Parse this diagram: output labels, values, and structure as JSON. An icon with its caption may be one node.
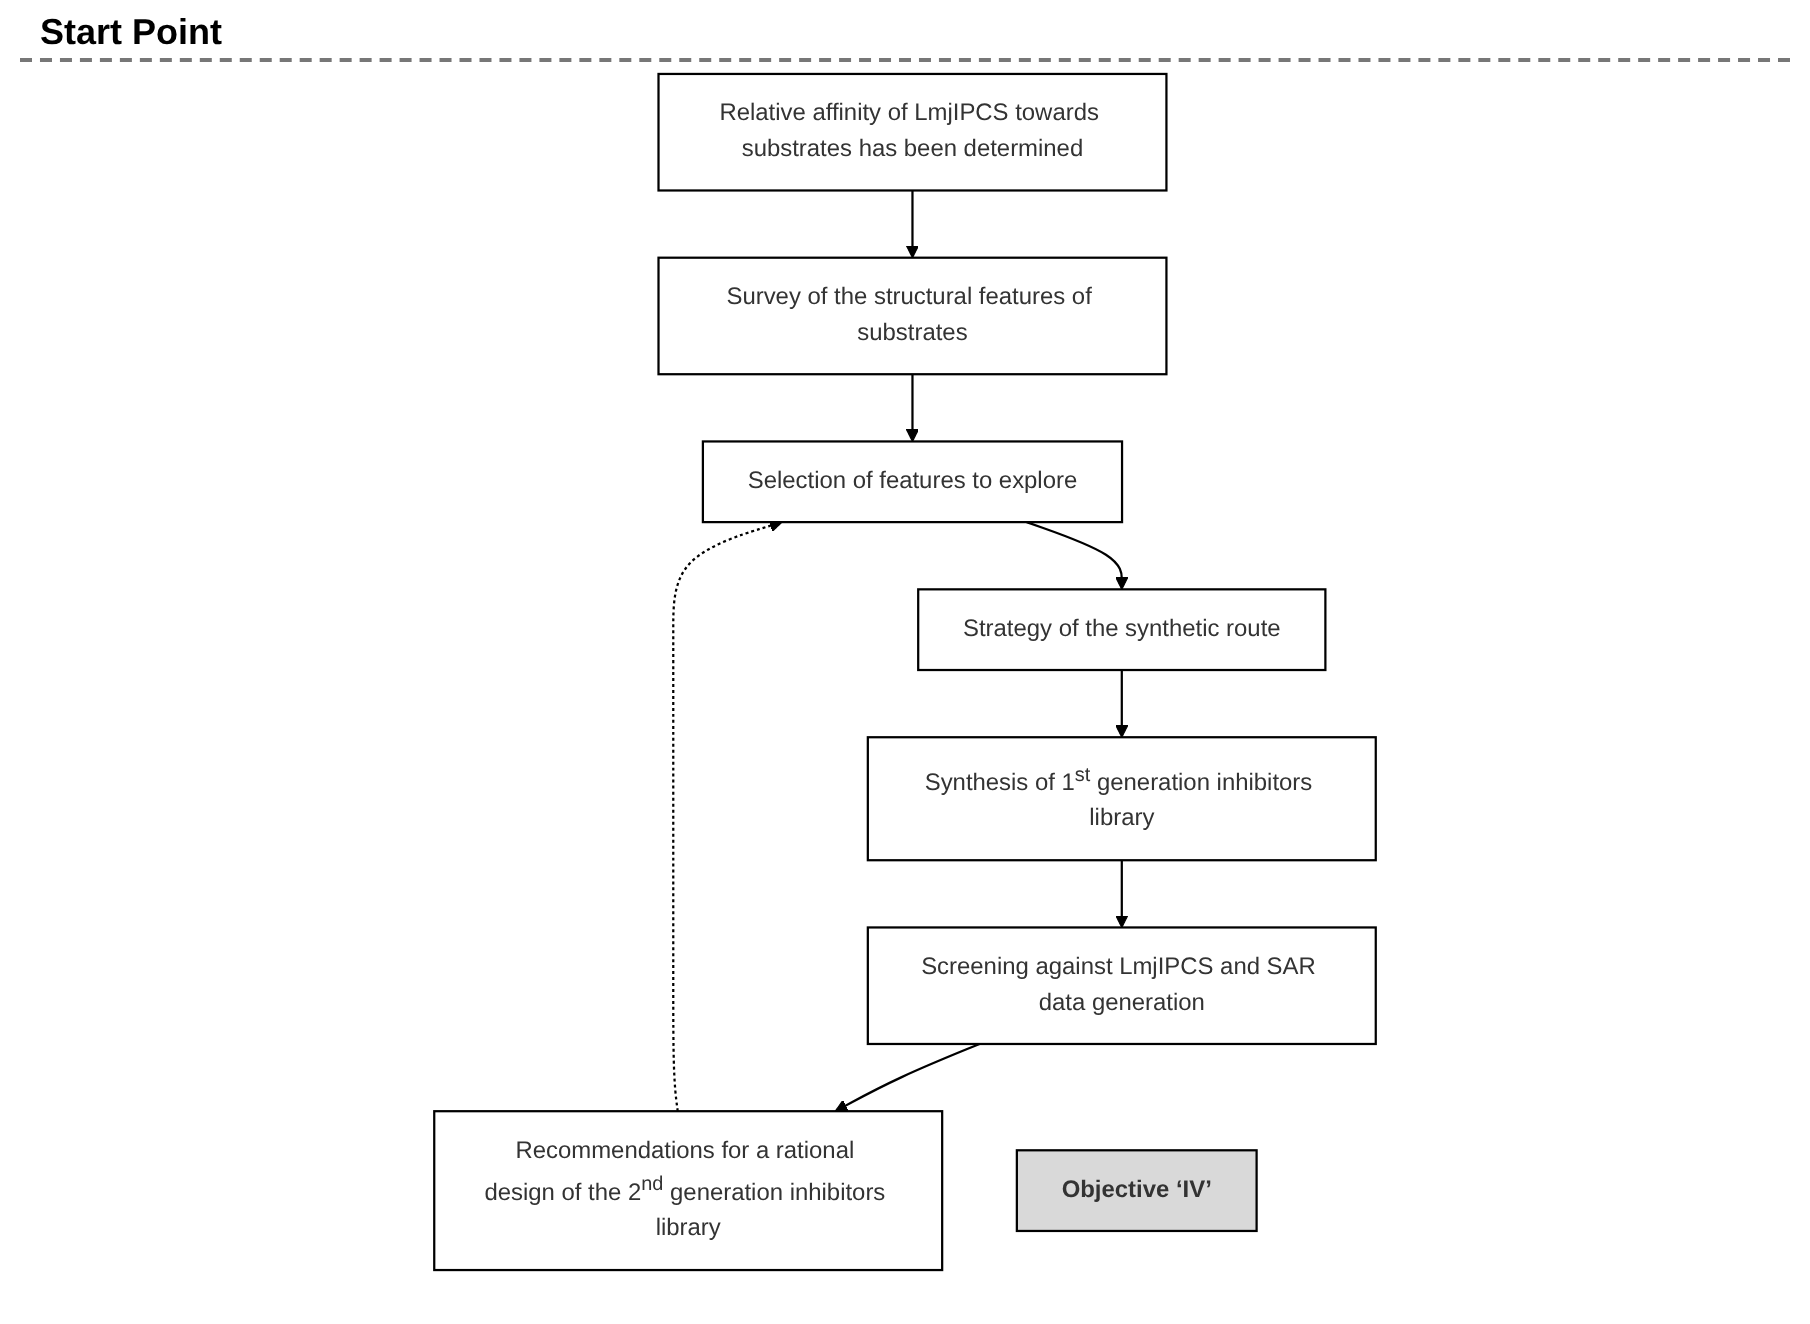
{
  "diagram": {
    "nodes": [
      {
        "text": [
          "Relative affinity of LmjIPCS towards substrates has been determined"
        ]
      },
      {
        "text": [
          "Survey of the structural features of substrates"
        ]
      },
      {
        "text": [
          "Selection of features to explore"
        ]
      },
      {
        "text": [
          "Strategy of the synthetic route"
        ]
      },
      {
        "text": [
          "Synthesis of 1$^{st}$ generation inhibitors library"
        ]
      },
      {
        "text": [
          "Screening against LmjIPCS and SAR data generation"
        ]
      },
      {
        "text": [
          "Recommendations for a rational design of the 2$^{nd}$ generation inhibitors library"
        ]
      },
      {
        "text": [
          "Objective ‘IV’"
        ]
      }
    ],
    "edges": [
      {
        "from": 0,
        "to": 1,
        "arrow": "to"
      },
      {
        "from": 1,
        "to": 2,
        "arrow": "to"
      },
      {
        "from": 2,
        "to": 3,
        "arrow": "to"
      },
      {
        "from": 3,
        "to": 4,
        "arrow": "to"
      },
      {
        "from": 4,
        "to": 5,
        "arrow": "to"
      },
      {
        "from": 5,
        "to": 6,
        "arrow": "to"
      },
      {
        "from": 6,
        "to": 2,
        "arrow": "to",
        "style": "dashed"
      }
    ],
    "labels": [
      "Start Point"
    ]
  }
}
